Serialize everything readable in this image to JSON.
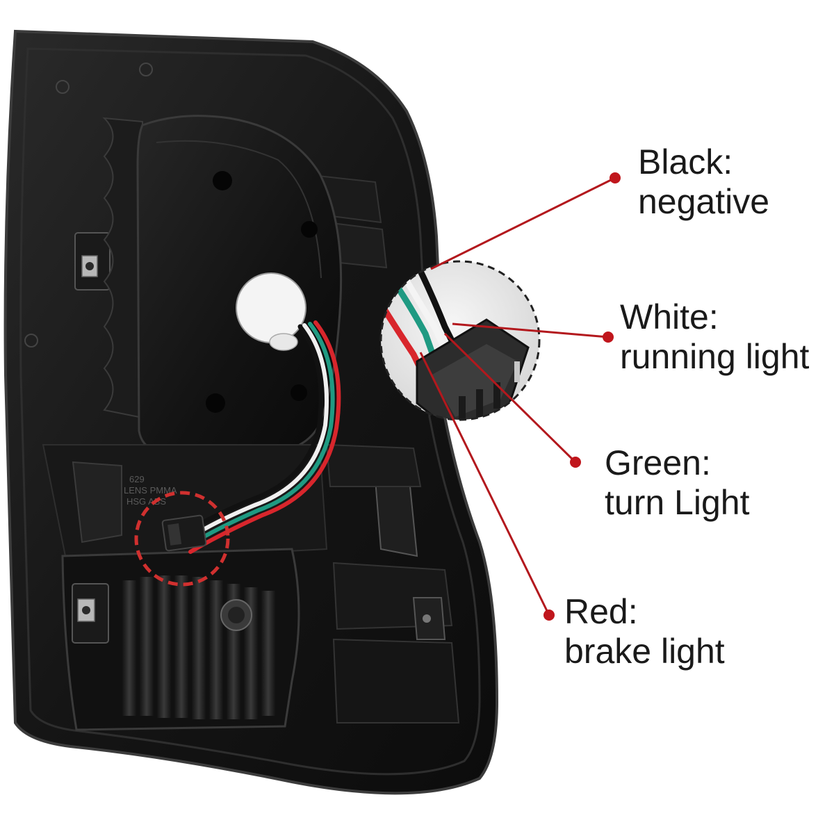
{
  "colors": {
    "housing": "#141414",
    "housing_edge": "#4a4a4a",
    "callout_line": "#b3181d",
    "callout_dot": "#c0161c",
    "dash_circle": "#d0302f",
    "wire_black": "#111111",
    "wire_white": "#f2f2f2",
    "wire_green": "#1f9a82",
    "wire_red": "#d8262c"
  },
  "callouts": [
    {
      "id": "black",
      "color_label": "Black",
      "function_label": "negative"
    },
    {
      "id": "white",
      "color_label": "White",
      "function_label": "running light"
    },
    {
      "id": "green",
      "color_label": "Green",
      "function_label": "turn Light"
    },
    {
      "id": "red",
      "color_label": "Red",
      "function_label": "brake light"
    }
  ],
  "molded_text": [
    "629",
    "LENS PMMA",
    "HSG ABS"
  ],
  "separator": ":"
}
